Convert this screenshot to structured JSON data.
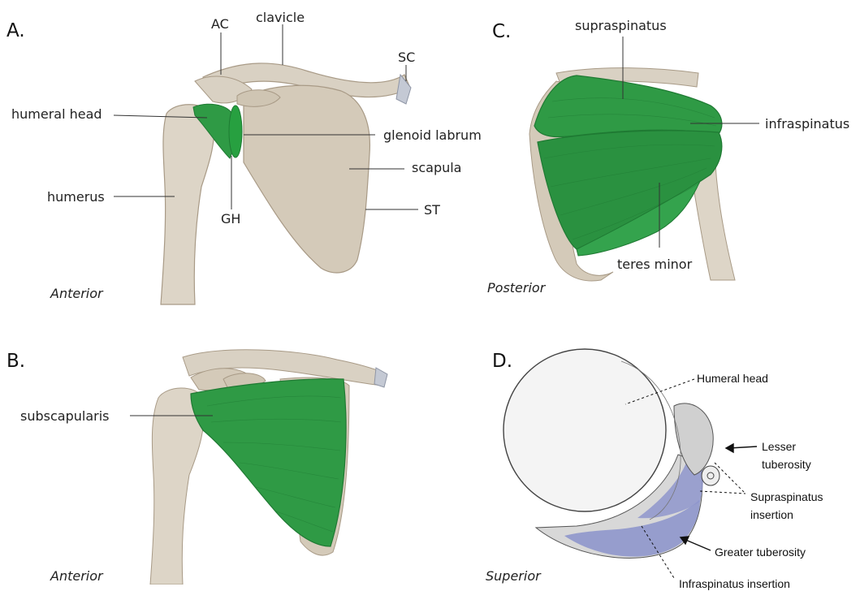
{
  "panels": {
    "a": {
      "letter": "A.",
      "view": "Anterior",
      "labels": {
        "ac": "AC",
        "clavicle": "clavicle",
        "sc": "SC",
        "humeral_head": "humeral head",
        "glenoid_labrum": "glenoid labrum",
        "scapula": "scapula",
        "humerus": "humerus",
        "gh": "GH",
        "st": "ST"
      }
    },
    "b": {
      "letter": "B.",
      "view": "Anterior",
      "labels": {
        "subscapularis": "subscapularis"
      }
    },
    "c": {
      "letter": "C.",
      "view": "Posterior",
      "labels": {
        "supraspinatus": "supraspinatus",
        "infraspinatus": "infraspinatus",
        "teres_minor": "teres minor"
      }
    },
    "d": {
      "letter": "D.",
      "view": "Superior",
      "labels": {
        "humeral_head": "Humeral head",
        "lesser_1": "Lesser",
        "lesser_2": "tuberosity",
        "supra_1": "Supraspinatus",
        "supra_2": "insertion",
        "greater": "Greater tuberosity",
        "infra": "Infraspinatus insertion"
      }
    }
  },
  "colors": {
    "bone": "#d9d1c3",
    "bone_shade": "#b9ad9b",
    "muscle": "#2f9a45",
    "muscle_dark": "#1f7a33",
    "insertion": "#8f97cc"
  }
}
